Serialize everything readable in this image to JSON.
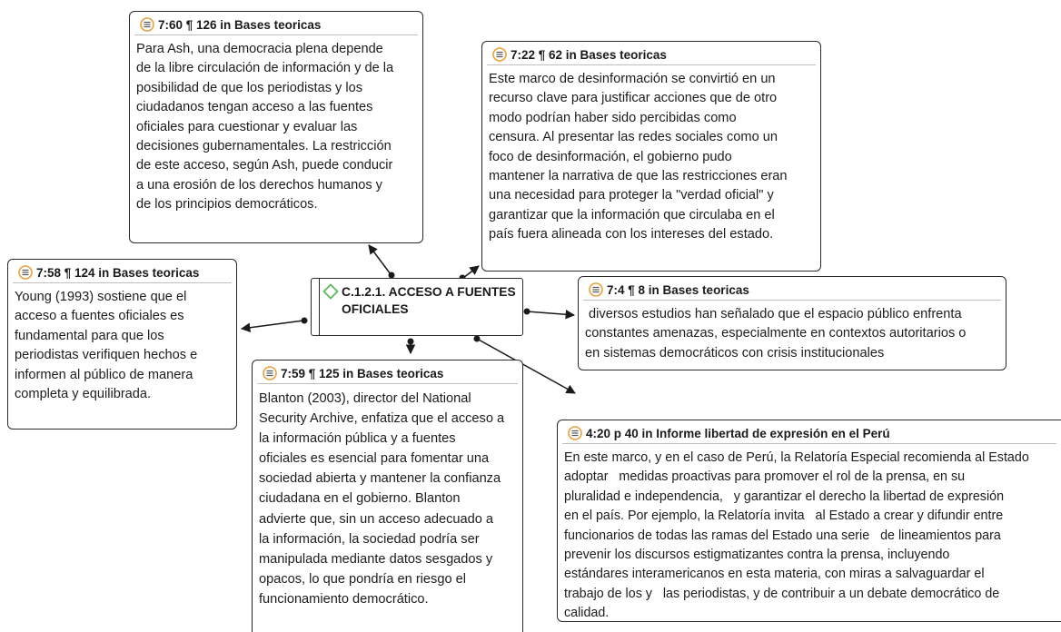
{
  "code": {
    "label_lines": [
      "C.1.2.1. ACCESO A FUENTES",
      "OFICIALES"
    ],
    "icon": "diamond-code-icon",
    "icon_color": "#5cb85c"
  },
  "quotations": [
    {
      "id": "q1",
      "ref": "7:60 ¶ 126 in Bases teoricas",
      "lines": [
        "Para Ash, una democracia plena depende",
        "de la libre circulación de información y de la",
        "posibilidad de que los periodistas y los",
        "ciudadanos tengan acceso a las fuentes",
        "oficiales para cuestionar y evaluar las",
        "decisiones gubernamentales. La restricción",
        "de este acceso, según Ash, puede conducir",
        "a una erosión de los derechos humanos y",
        "de los principios democráticos."
      ]
    },
    {
      "id": "q2",
      "ref": "7:22 ¶ 62 in Bases teoricas",
      "lines": [
        "Este marco de desinformación se convirtió en un",
        "recurso clave para justificar acciones que de otro",
        "modo podrían haber sido percibidas como",
        "censura. Al presentar las redes sociales como un",
        "foco de desinformación, el gobierno pudo",
        "mantener la narrativa de que las restricciones eran",
        "una necesidad para proteger la \"verdad oficial\" y",
        "garantizar que la información que circulaba en el",
        "país fuera alineada con los intereses del estado."
      ]
    },
    {
      "id": "q3",
      "ref": "7:58 ¶ 124 in Bases teoricas",
      "lines": [
        "Young (1993) sostiene que el",
        "acceso a fuentes oficiales es",
        "fundamental para que los",
        "periodistas verifiquen hechos e",
        "informen al público de manera",
        "completa y equilibrada."
      ]
    },
    {
      "id": "q4",
      "ref": "7:4 ¶ 8 in Bases teoricas",
      "lines": [
        " diversos estudios han señalado que el espacio público enfrenta",
        "constantes amenazas, especialmente en contextos autoritarios o",
        "en sistemas democráticos con crisis institucionales"
      ]
    },
    {
      "id": "q5",
      "ref": "7:59 ¶ 125 in Bases teoricas",
      "lines": [
        "Blanton (2003), director del National",
        "Security Archive, enfatiza que el acceso a",
        "la información pública y a fuentes",
        "oficiales es esencial para fomentar una",
        "sociedad abierta y mantener la confianza",
        "ciudadana en el gobierno. Blanton",
        "advierte que, sin un acceso adecuado a",
        "la información, la sociedad podría ser",
        "manipulada mediante datos sesgados y",
        "opacos, lo que pondría en riesgo el",
        "funcionamiento democrático."
      ]
    },
    {
      "id": "q6",
      "ref": "4:20 p 40 in Informe libertad de expresión en el Perú",
      "lines": [
        "En este marco, y en el caso de Perú, la Relatoría Especial recomienda al Estado",
        "adoptar   medidas proactivas para promover el rol de la prensa, en su",
        "pluralidad e independencia,   y garantizar el derecho la libertad de expresión",
        "en el país. Por ejemplo, la Relatoría invita   al Estado a crear y difundir entre",
        "funcionarios de todas las ramas del Estado una serie   de lineamientos para",
        "prevenir los discursos estigmatizantes contra la prensa, incluyendo",
        "estándares interamericanos en esta materia, con miras a salvaguardar el",
        "trabajo de los y   las periodistas, y de contribuir a un debate democrático de",
        "calidad."
      ]
    }
  ],
  "colors": {
    "quote_icon": "#e8a13a",
    "border": "#2a2a2a",
    "code_icon": "#5cb85c"
  }
}
